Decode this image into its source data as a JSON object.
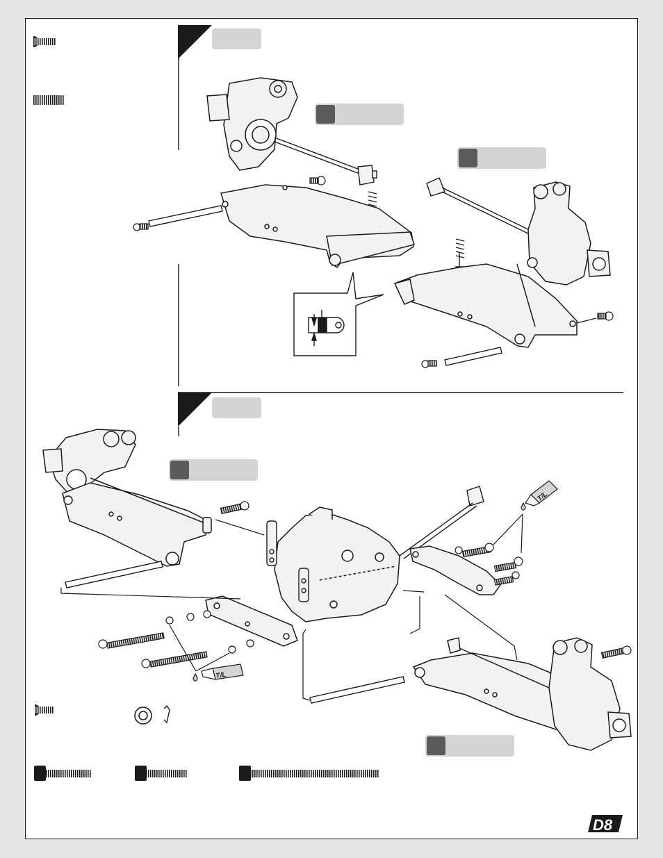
{
  "colors": {
    "background": "#e6e6e6",
    "page": "#ffffff",
    "label_box": "#d4d4d4",
    "step_badge": "#1a1a1a",
    "line_art": "#1a1a1a",
    "part_fill": "#f2f2f2",
    "callout_dark": "#5a5a5a"
  },
  "steps": [
    {
      "badge": "step-badge-triangle",
      "callouts": [
        {
          "marker": "dark-square"
        },
        {
          "marker": "dark-square"
        }
      ]
    },
    {
      "badge": "step-badge-triangle",
      "callouts": [
        {
          "marker": "dark-square"
        },
        {
          "marker": "dark-square"
        }
      ]
    }
  ],
  "threadlock": {
    "label": "T/L"
  },
  "logo": {
    "text": "D8"
  },
  "icons": [
    "button-head-screw-icon",
    "set-screw-icon",
    "cap-screw-icon",
    "lock-washer-icon",
    "e-clip-icon",
    "hinge-pin-icon",
    "spring-icon",
    "steering-knuckle-icon",
    "suspension-arm-icon",
    "cvd-driveshaft-icon",
    "differential-housing-icon",
    "threadlock-tube-icon"
  ]
}
